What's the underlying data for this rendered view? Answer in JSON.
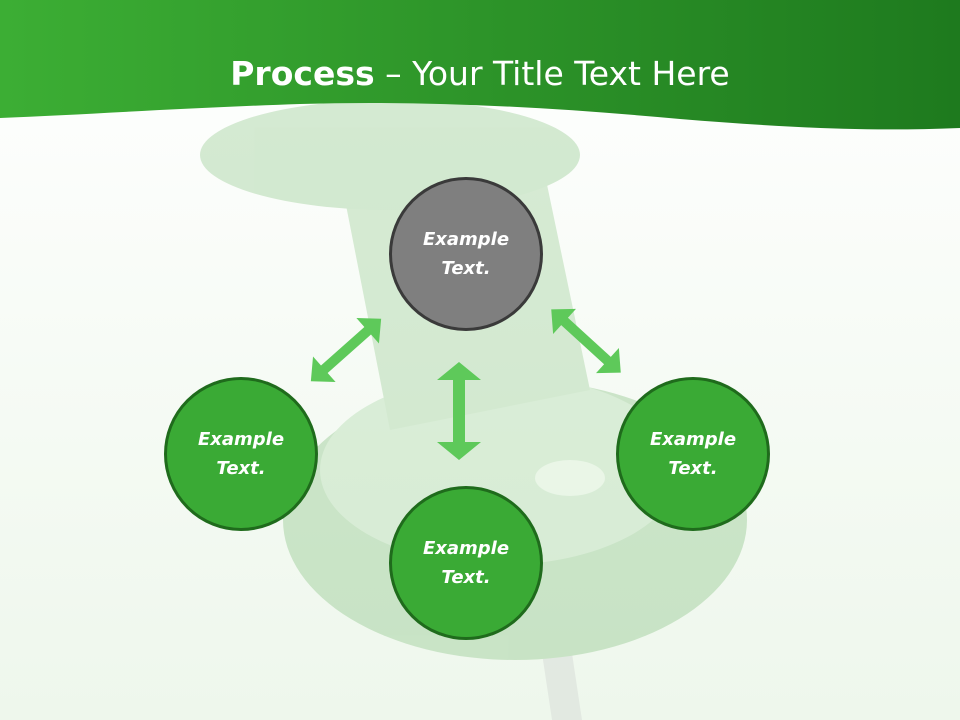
{
  "title": {
    "bold": "Process",
    "rest": " – Your Title Text Here"
  },
  "nodes": {
    "top": {
      "line1": "Example",
      "line2": "Text.",
      "color": "#7f7f7f"
    },
    "left": {
      "line1": "Example",
      "line2": "Text.",
      "color": "#3aaa35"
    },
    "right": {
      "line1": "Example",
      "line2": "Text.",
      "color": "#3aaa35"
    },
    "bottom": {
      "line1": "Example",
      "line2": "Text.",
      "color": "#3aaa35"
    }
  },
  "colors": {
    "header_green": "#2e9a2a",
    "arrow_green": "#5ec95a",
    "background": "#f3f9f2"
  }
}
